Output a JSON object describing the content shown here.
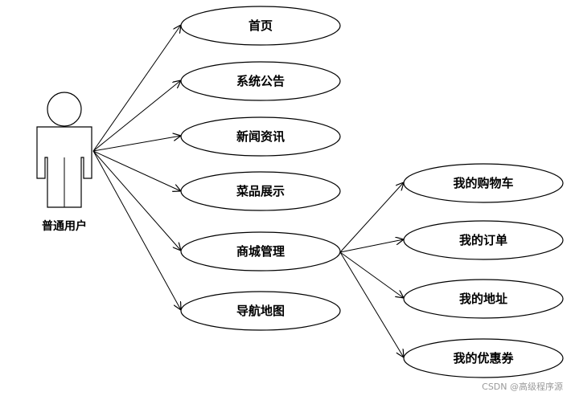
{
  "actor": {
    "label": "普通用户"
  },
  "use_cases": [
    {
      "id": "home",
      "label": "首页"
    },
    {
      "id": "announce",
      "label": "系统公告"
    },
    {
      "id": "news",
      "label": "新闻资讯"
    },
    {
      "id": "dishes",
      "label": "菜品展示"
    },
    {
      "id": "mall",
      "label": "商城管理"
    },
    {
      "id": "map",
      "label": "导航地图"
    }
  ],
  "sub_use_cases": [
    {
      "id": "cart",
      "label": "我的购物车"
    },
    {
      "id": "orders",
      "label": "我的订单"
    },
    {
      "id": "address",
      "label": "我的地址"
    },
    {
      "id": "coupons",
      "label": "我的优惠券"
    }
  ],
  "watermark": "CSDN @高级程序源"
}
